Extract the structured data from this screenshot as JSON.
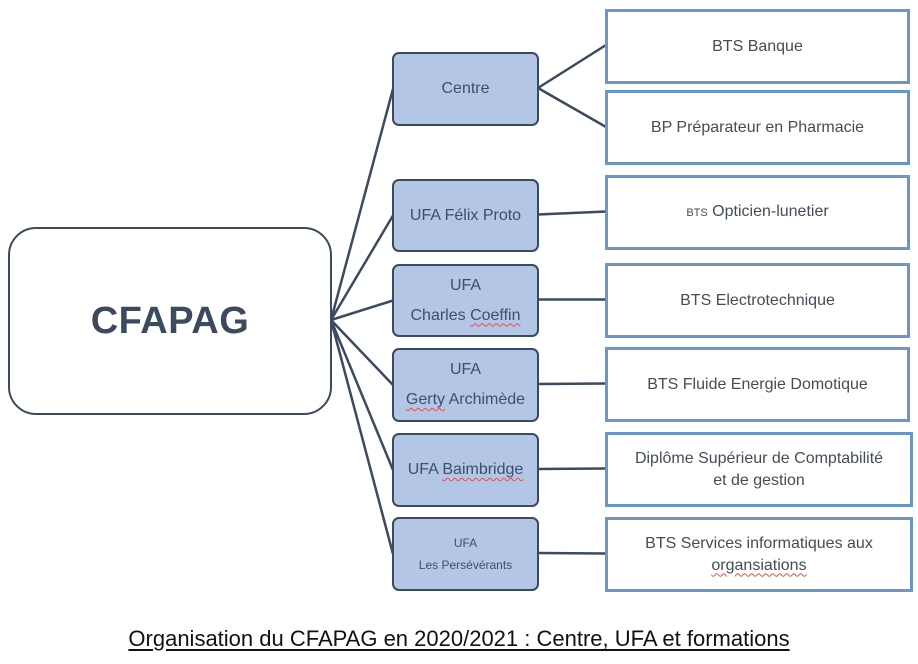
{
  "diagram": {
    "root": {
      "label": "CFAPAG"
    },
    "units": [
      {
        "id": "centre",
        "lines": [
          "Centre"
        ],
        "formations": [
          "bts-banque",
          "bp-pharmacie"
        ]
      },
      {
        "id": "felix-proto",
        "lines": [
          "UFA Félix Proto"
        ],
        "formations": [
          "bts-opticien"
        ]
      },
      {
        "id": "charles-coeffin",
        "lines": [
          "UFA",
          "Charles Coeffin"
        ],
        "formations": [
          "bts-electrotechnique"
        ]
      },
      {
        "id": "gerty-archimede",
        "lines": [
          "UFA",
          "Gerty Archimède"
        ],
        "formations": [
          "bts-fed"
        ]
      },
      {
        "id": "baimbridge",
        "lines": [
          "UFA Baimbridge"
        ],
        "formations": [
          "dscg"
        ]
      },
      {
        "id": "perseverants",
        "lines": [
          "UFA",
          "Les Persévérants"
        ],
        "formations": [
          "bts-sio"
        ]
      }
    ],
    "formations": [
      {
        "id": "bts-banque",
        "lines": [
          "BTS Banque"
        ]
      },
      {
        "id": "bp-pharmacie",
        "lines": [
          "BP Préparateur en Pharmacie"
        ]
      },
      {
        "id": "bts-opticien",
        "prefix": "BTS",
        "lines": [
          "Opticien-lunetier"
        ]
      },
      {
        "id": "bts-electrotechnique",
        "lines": [
          "BTS Electrotechnique"
        ]
      },
      {
        "id": "bts-fed",
        "lines": [
          "BTS Fluide Energie Domotique"
        ]
      },
      {
        "id": "dscg",
        "lines": [
          "Diplôme Supérieur de Comptabilité",
          "et de gestion"
        ]
      },
      {
        "id": "bts-sio",
        "lines": [
          "BTS Services informatiques aux",
          "organsiations"
        ]
      }
    ],
    "colors": {
      "line": "#3b4a5e",
      "unit_fill": "#b3c6e5",
      "formation_border": "#6b97c6"
    }
  },
  "caption": "Organisation du CFAPAG en 2020/2021 : Centre, UFA et formations"
}
